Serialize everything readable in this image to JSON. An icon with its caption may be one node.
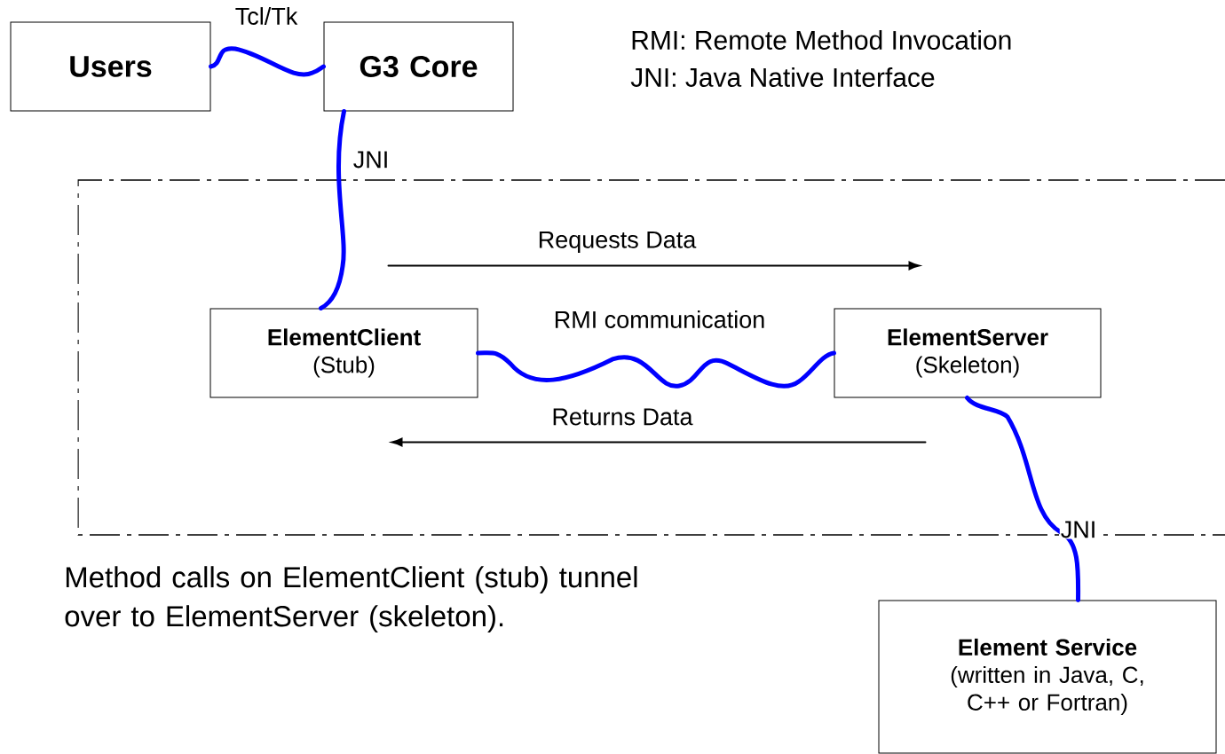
{
  "diagram": {
    "nodes": [
      {
        "text": [
          "Users"
        ]
      },
      {
        "text": [
          "G3 Core"
        ]
      },
      {
        "text": [],
        "shape": "box"
      },
      {
        "text": [
          "ElementClient",
          "(Stub)"
        ],
        "in": 2
      },
      {
        "text": [
          "ElementServer",
          "(Skeleton)"
        ],
        "in": 2
      },
      {
        "text": [
          "Element Service",
          "(written in Java, C, C++ or Fortran)"
        ]
      }
    ],
    "edges": [
      {
        "from": 0,
        "to": 1,
        "arrow": "none",
        "label": "Tcl/Tk",
        "color": "#0000ff"
      },
      {
        "from": 1,
        "to": 3,
        "arrow": "none",
        "label": "JNI",
        "color": "#0000ff"
      },
      {
        "from": 3,
        "to": 4,
        "arrow": "to",
        "label": "Requests Data",
        "color": "#000000"
      },
      {
        "from": 3,
        "to": 4,
        "arrow": "none",
        "label": "RMI communication",
        "color": "#0000ff"
      },
      {
        "from": 4,
        "to": 3,
        "arrow": "to",
        "label": "Returns Data",
        "color": "#000000"
      },
      {
        "from": 4,
        "to": 5,
        "arrow": "none",
        "label": "JNI",
        "color": "#0000ff"
      }
    ],
    "labels": [
      "RMI: Remote Method Invocation",
      "JNI: Java Native Interface",
      "Method calls on ElementClient (stub) tunnel over to ElementServer (skeleton)."
    ]
  }
}
